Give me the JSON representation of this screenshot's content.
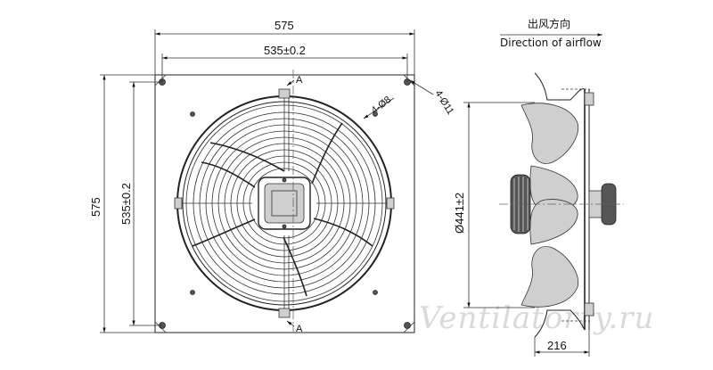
{
  "dimensions": {
    "plate_width": "575",
    "hole_spacing_width": "535±0.2",
    "plate_height": "575",
    "hole_spacing_height": "535±0.2",
    "mount_holes": "4-Ø11",
    "guard_holes": "4-Ø8",
    "diameter": "Ø441±2",
    "depth": "216"
  },
  "section_marks": {
    "top": "A",
    "bottom": "A"
  },
  "airflow": {
    "chinese": "出风方向",
    "english": "Direction of airflow"
  },
  "watermark": "Ventilatorry.ru",
  "colors": {
    "line": "#222222",
    "fill_light": "#cfcfcf",
    "fill_dark": "#555555",
    "watermark": "#d9d9d9"
  }
}
